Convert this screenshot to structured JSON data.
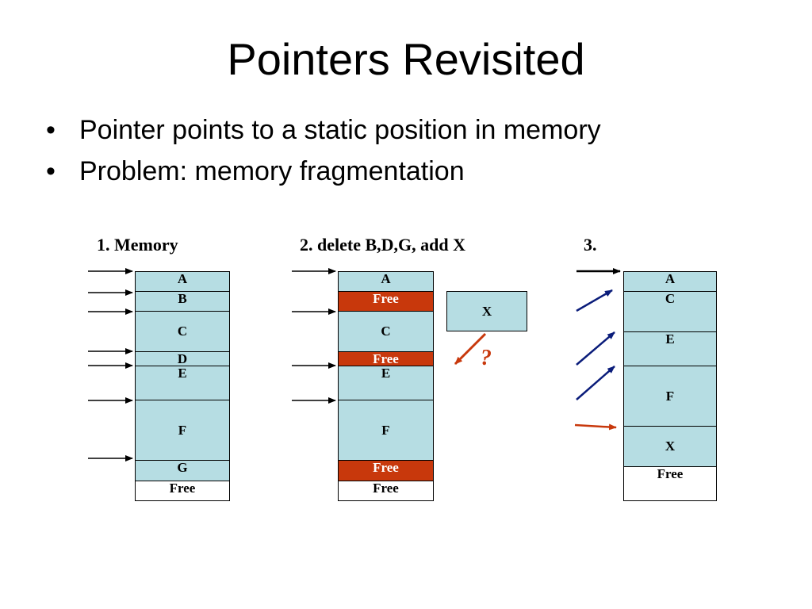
{
  "slide": {
    "title": "Pointers Revisited",
    "bullets": [
      "Pointer points to a static position in memory",
      "Problem:  memory fragmentation"
    ]
  },
  "diagram": {
    "col1_label": "1. Memory",
    "col2_label": "2. delete B,D,G, add X",
    "col3_label": "3.",
    "col1": [
      {
        "label": "A",
        "kind": "mem"
      },
      {
        "label": "B",
        "kind": "mem"
      },
      {
        "label": "C",
        "kind": "mem"
      },
      {
        "label": "D",
        "kind": "mem"
      },
      {
        "label": "E",
        "kind": "mem"
      },
      {
        "label": "F",
        "kind": "mem"
      },
      {
        "label": "G",
        "kind": "mem"
      },
      {
        "label": "Free",
        "kind": "free"
      }
    ],
    "col2": [
      {
        "label": "A",
        "kind": "mem"
      },
      {
        "label": "Free",
        "kind": "freed"
      },
      {
        "label": "C",
        "kind": "mem"
      },
      {
        "label": "Free",
        "kind": "freed"
      },
      {
        "label": "E",
        "kind": "mem"
      },
      {
        "label": "F",
        "kind": "mem"
      },
      {
        "label": "Free",
        "kind": "freed"
      },
      {
        "label": "Free",
        "kind": "free"
      }
    ],
    "new_block": {
      "label": "X",
      "kind": "mem"
    },
    "question_mark": "?",
    "col3": [
      {
        "label": "A",
        "kind": "mem"
      },
      {
        "label": "C",
        "kind": "mem"
      },
      {
        "label": "E",
        "kind": "mem"
      },
      {
        "label": "F",
        "kind": "mem"
      },
      {
        "label": "X",
        "kind": "mem"
      },
      {
        "label": "Free",
        "kind": "free"
      }
    ],
    "colors": {
      "memory": "#b6dde3",
      "freed": "#c8380c",
      "pointer_updated": "#0a1c7a",
      "pointer_new": "#c8380c"
    }
  }
}
